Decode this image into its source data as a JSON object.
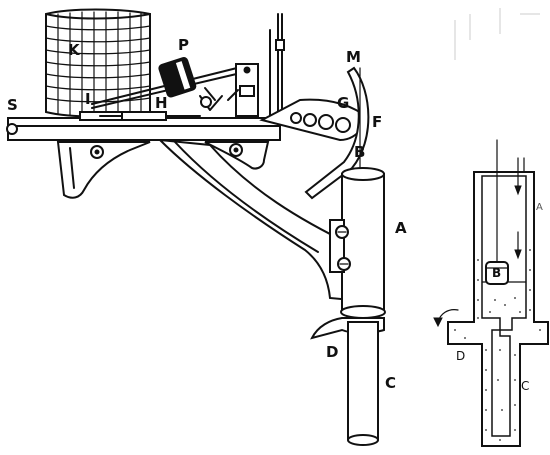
{
  "main_labels": {
    "K": "K",
    "P": "P",
    "M": "M",
    "S": "S",
    "I": "I",
    "H": "H",
    "G": "G",
    "F": "F",
    "B": "B",
    "A": "A",
    "D": "D",
    "C": "C"
  },
  "inset_labels": {
    "A": "A",
    "B": "B",
    "D": "D",
    "C": "C"
  }
}
